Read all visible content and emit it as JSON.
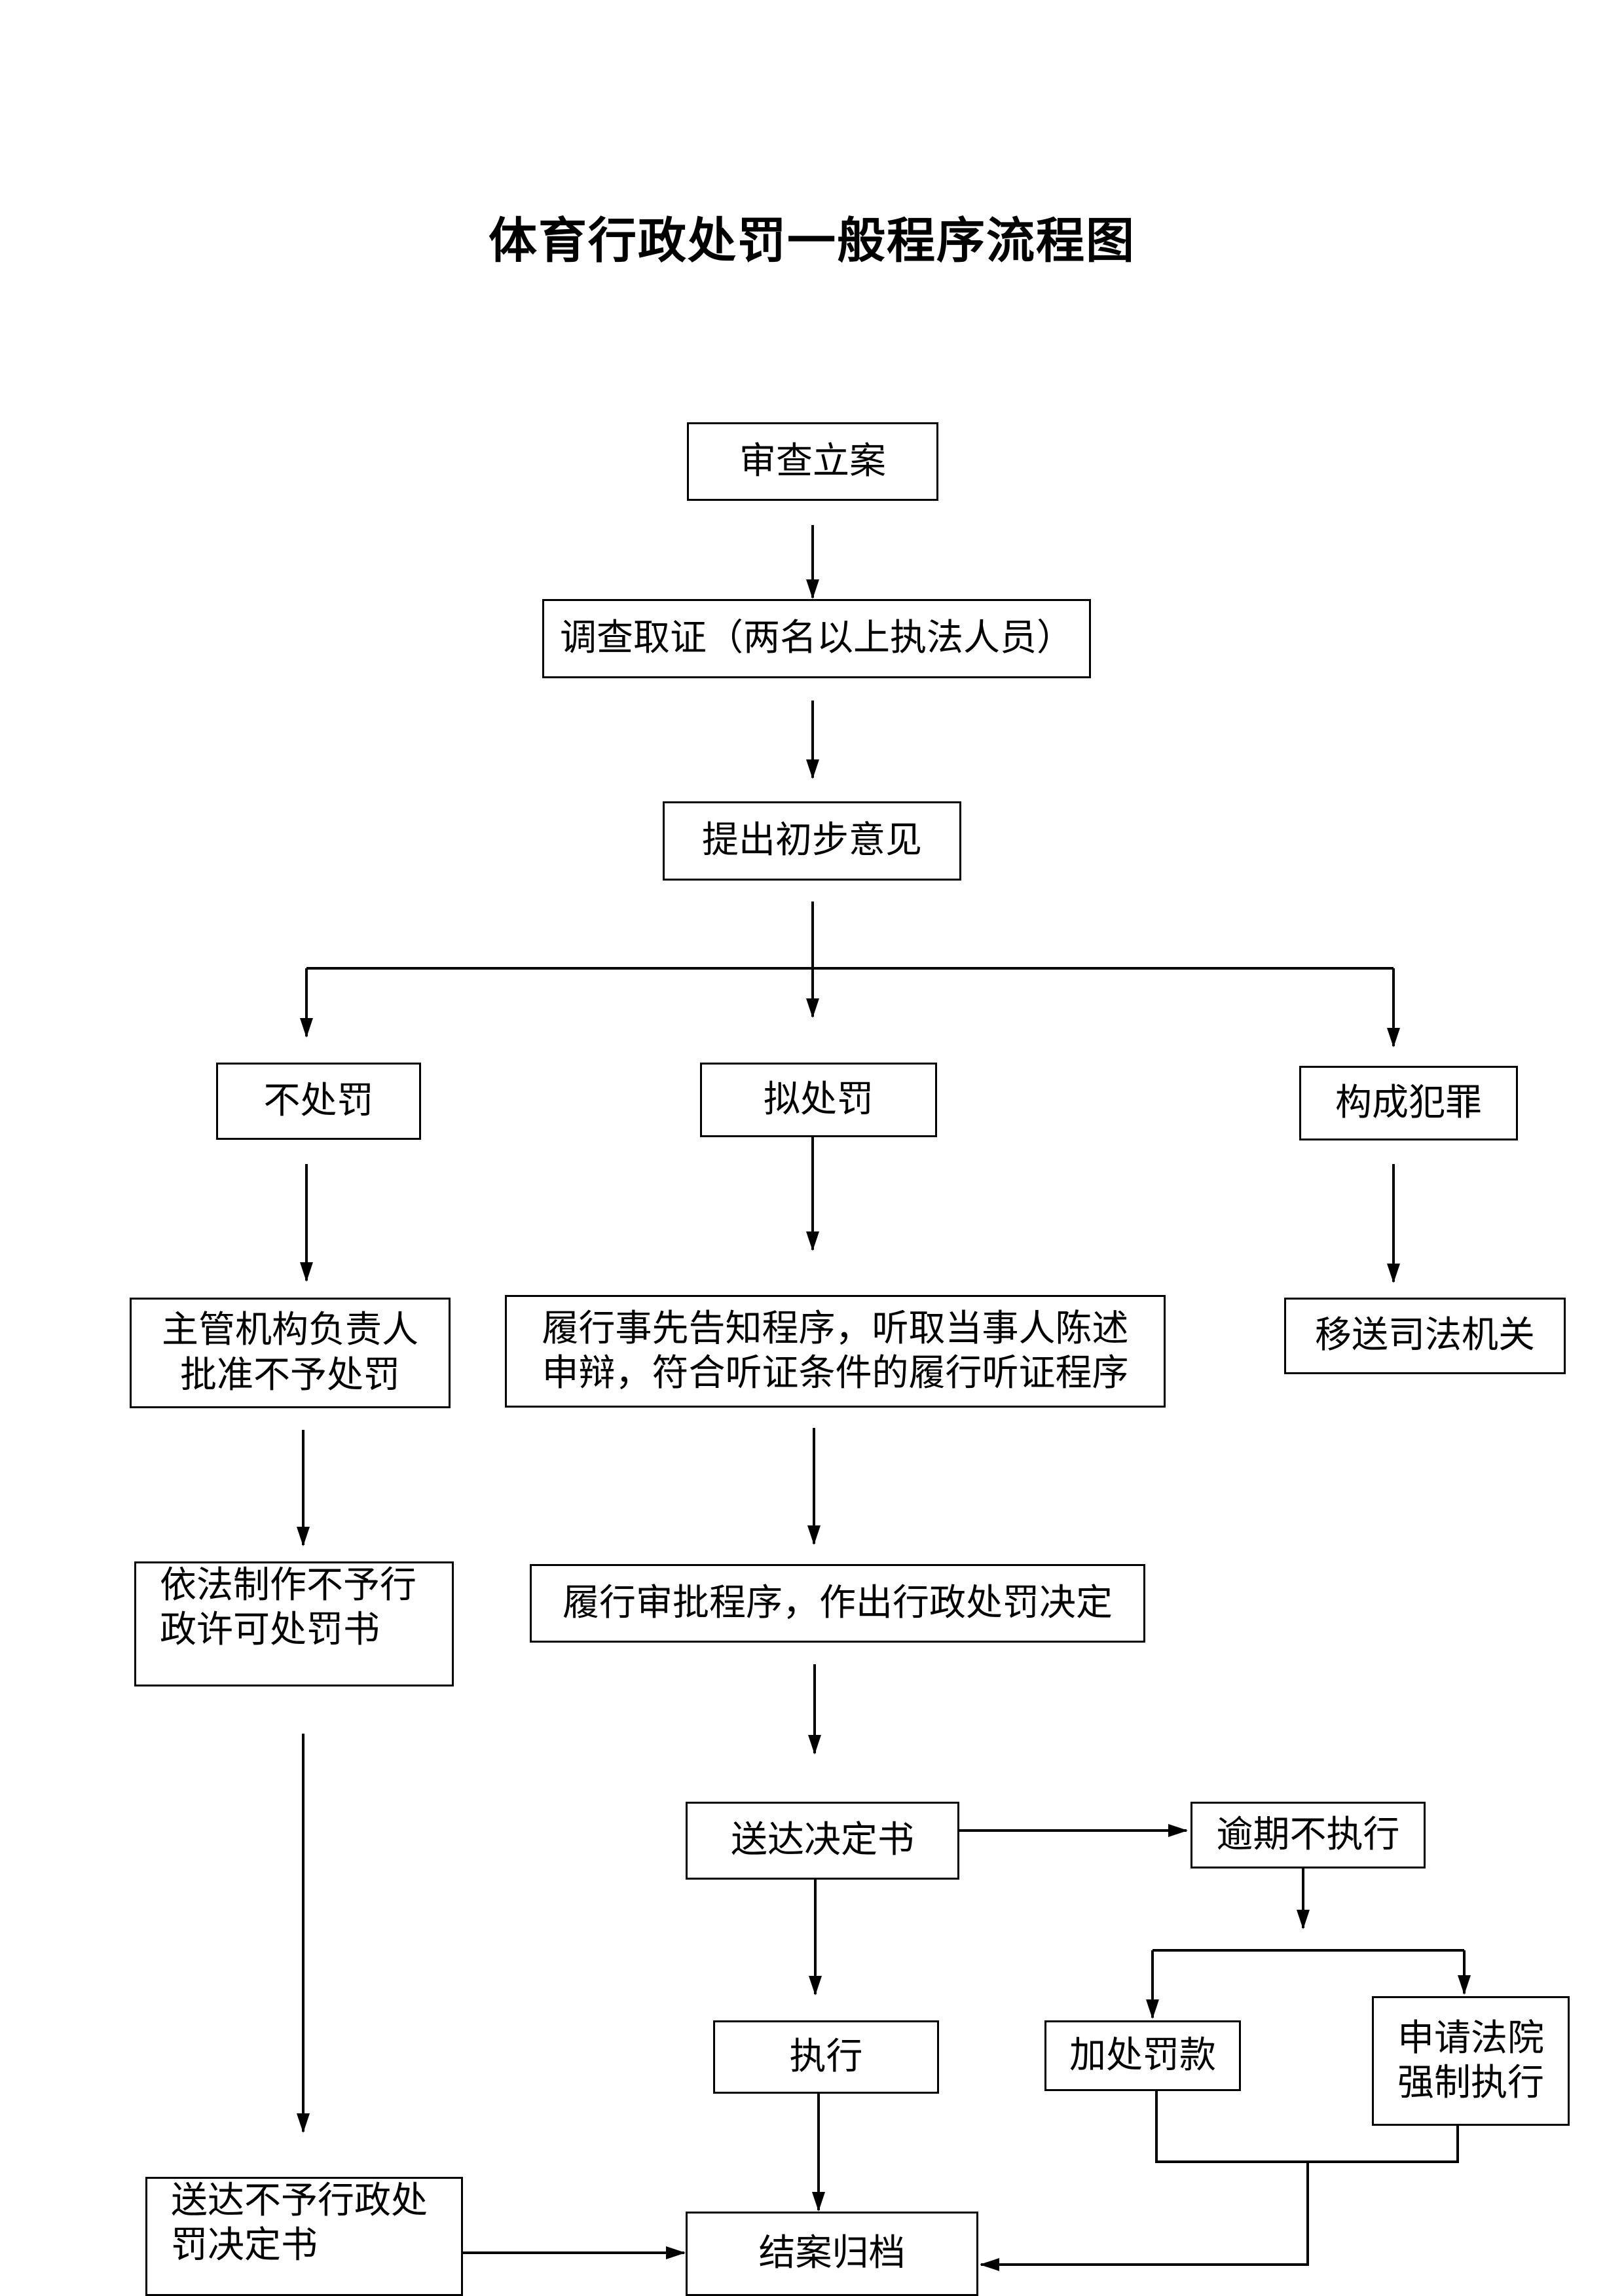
{
  "title": "体育行政处罚一般程序流程图",
  "nodes": {
    "review": "审查立案",
    "investigate": "调查取证（两名以上执法人员）",
    "opinion": "提出初步意见",
    "no_penalty": "不处罚",
    "propose_penalty": "拟处罚",
    "crime": "构成犯罪",
    "approve_no_penalty": [
      "主管机构负责人",
      "批准不予处罚"
    ],
    "notify_procedure": [
      "履行事先告知程序，听取当事人陈述",
      "申辩，符合听证条件的履行听证程序"
    ],
    "transfer": "移送司法机关",
    "make_document": [
      "依法制作不予行",
      "政许可处罚书"
    ],
    "approval_procedure": "履行审批程序，作出行政处罚决定",
    "deliver_decision": "送达决定书",
    "overdue": "逾期不执行",
    "execute": "执行",
    "add_fine": "加处罚款",
    "court_enforce": [
      "申请法院",
      "强制执行"
    ],
    "deliver_no_penalty": [
      "送达不予行政处",
      "罚决定书"
    ],
    "archive": "结案归档"
  }
}
